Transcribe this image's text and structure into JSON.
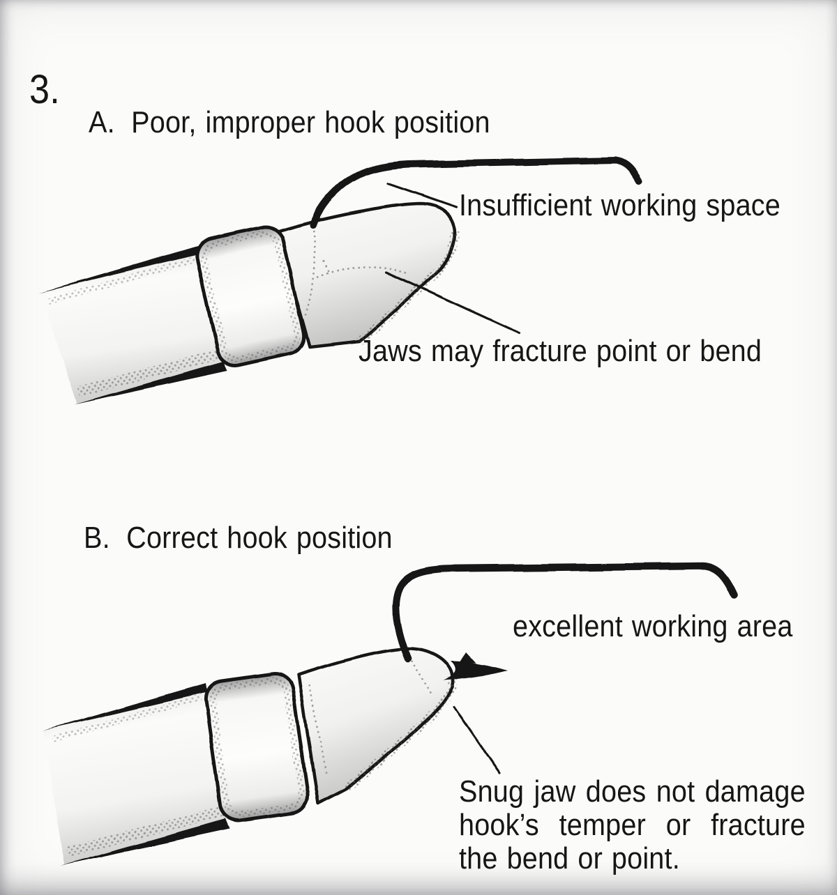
{
  "page": {
    "figure_number": "3."
  },
  "figure_a": {
    "heading_letter": "A.",
    "heading_text": "Poor, improper hook position",
    "labels": {
      "working_space": "Insufficient working space",
      "jaws": "Jaws may fracture point or bend"
    }
  },
  "figure_b": {
    "heading_letter": "B.",
    "heading_text": "Correct hook position",
    "labels": {
      "working_area": "excellent working area",
      "snug_lines": [
        "Snug jaw does not damage",
        "hook’s temper or fracture",
        "the bend or point."
      ]
    }
  },
  "colors": {
    "ink": "#161616",
    "paper": "#fbfbfa",
    "scan_edge": "#e7e7e9",
    "shade": "#8f8f8f"
  }
}
